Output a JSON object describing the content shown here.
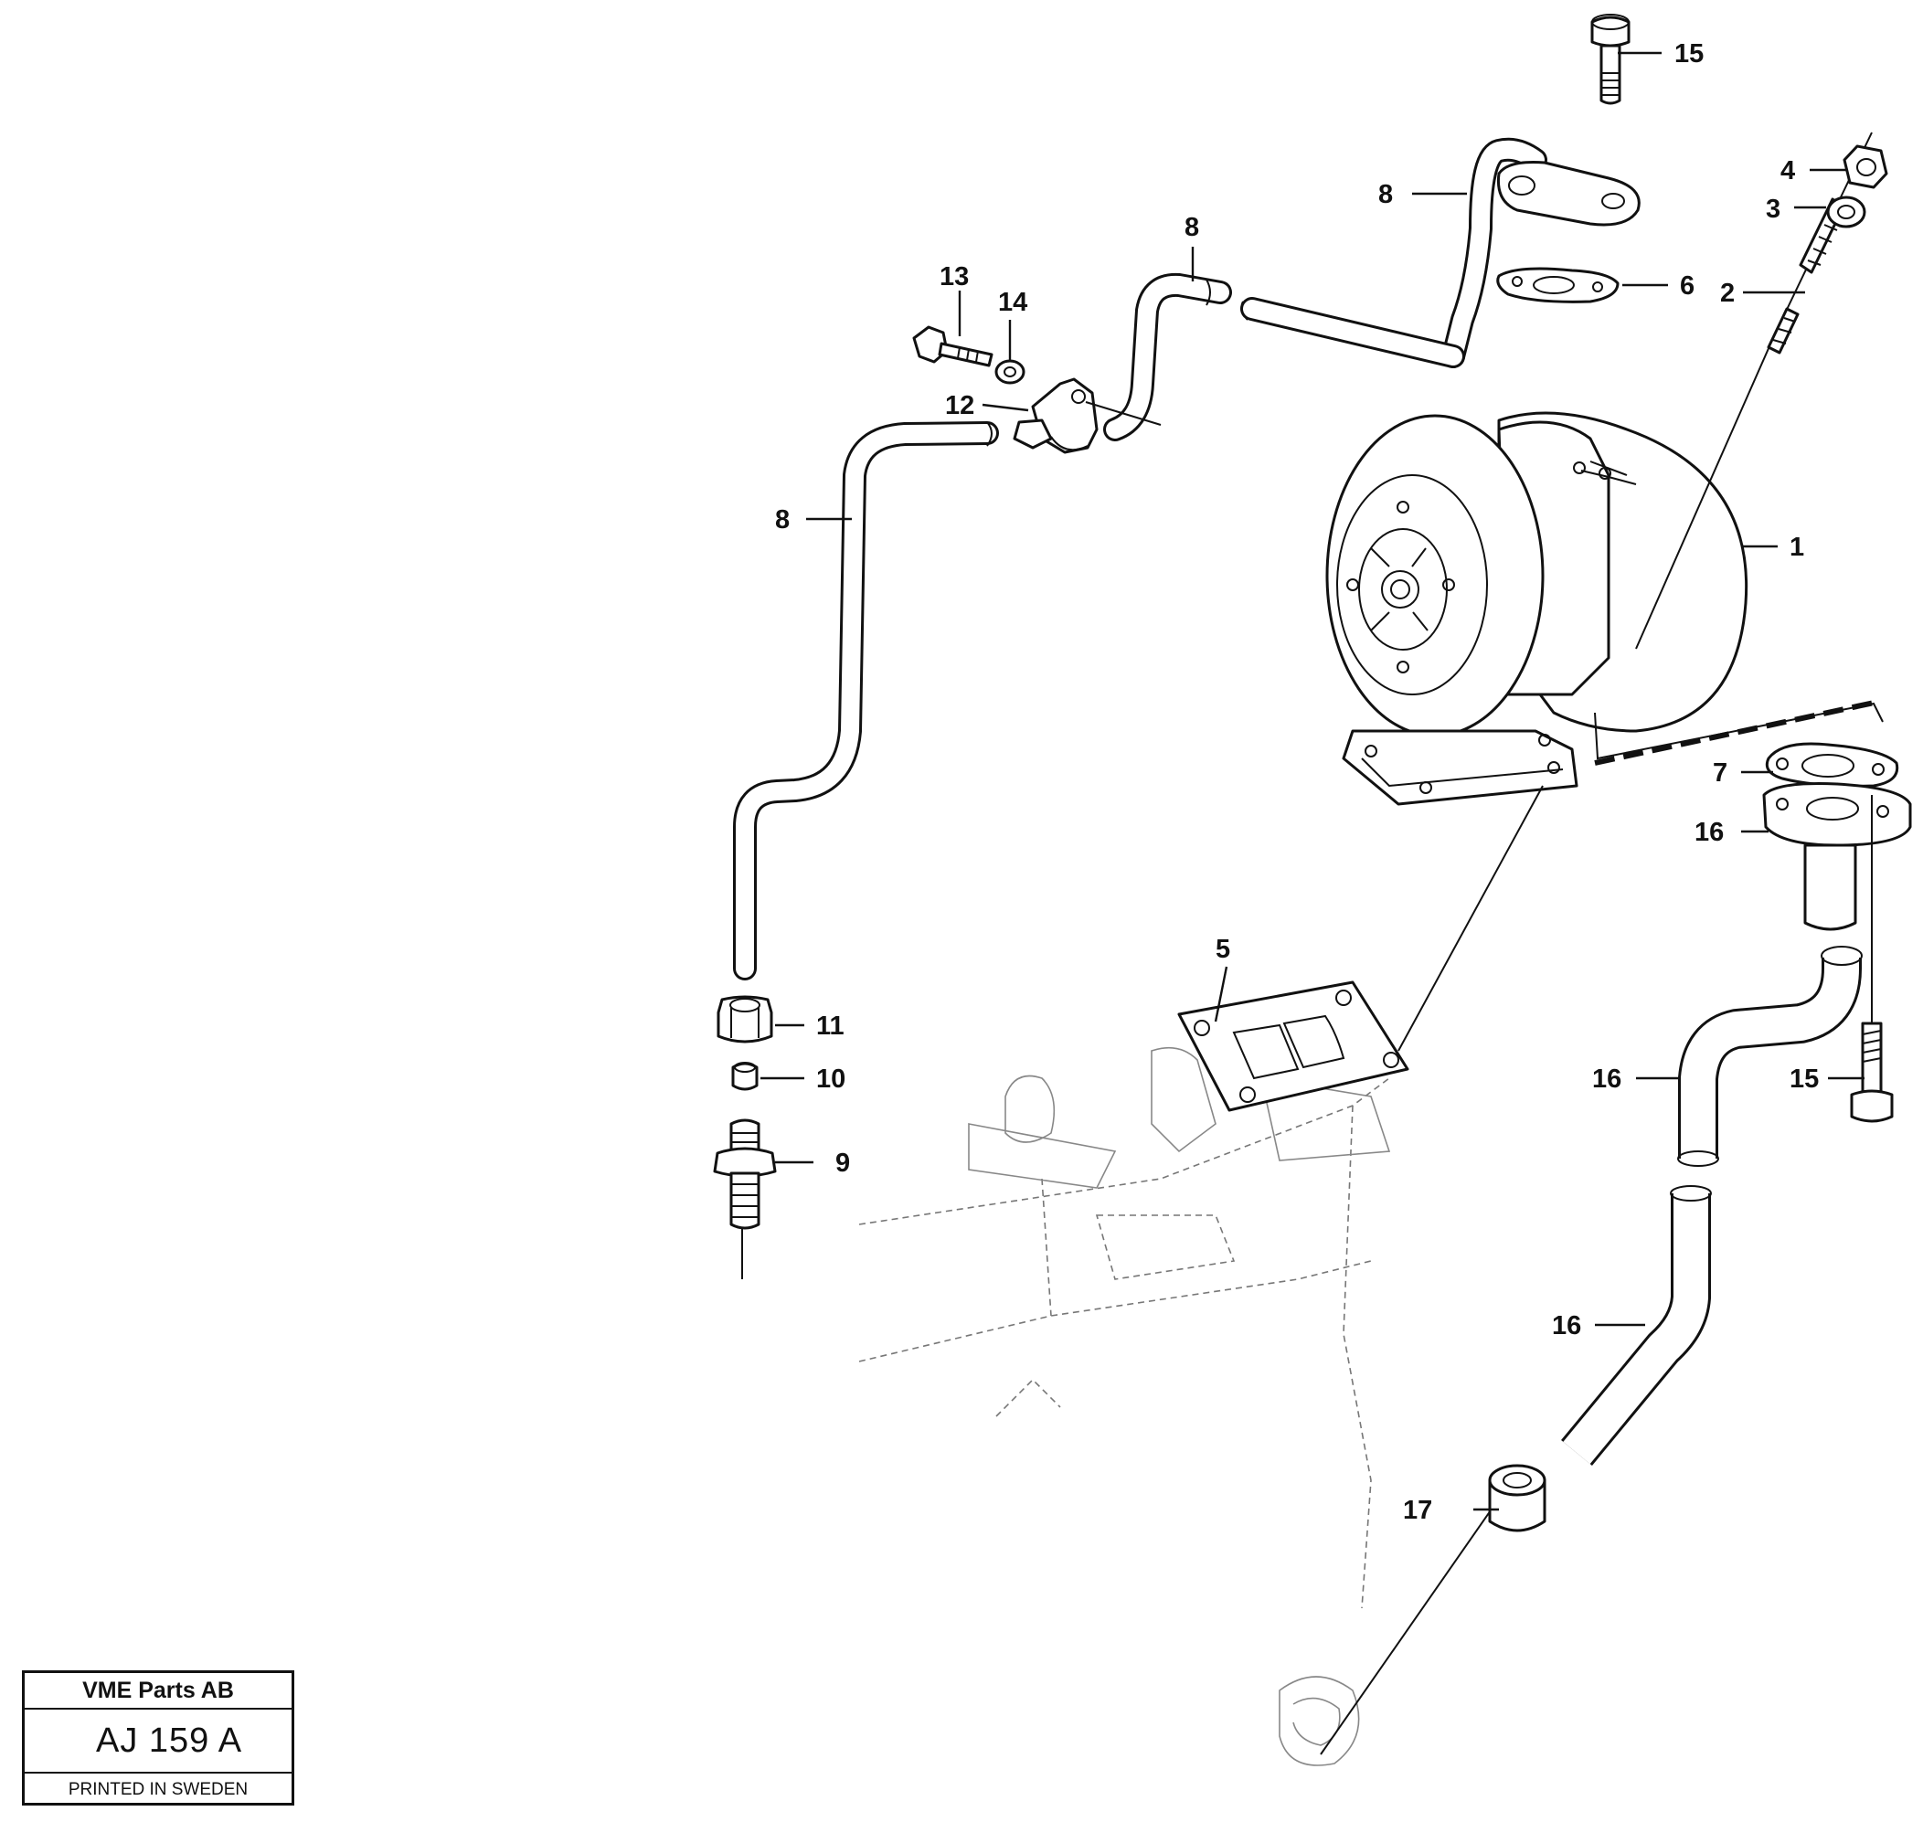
{
  "callouts": {
    "c1": "1",
    "c2": "2",
    "c3": "3",
    "c4": "4",
    "c5": "5",
    "c6": "6",
    "c7": "7",
    "c8a": "8",
    "c8b": "8",
    "c8c": "8",
    "c9": "9",
    "c10": "10",
    "c11": "11",
    "c12": "12",
    "c13": "13",
    "c14": "14",
    "c15a": "15",
    "c15b": "15",
    "c16a": "16",
    "c16b": "16",
    "c16c": "16",
    "c17": "17"
  },
  "title_block": {
    "company": "VME Parts AB",
    "code": "AJ 159 A",
    "printed": "PRINTED IN SWEDEN"
  }
}
